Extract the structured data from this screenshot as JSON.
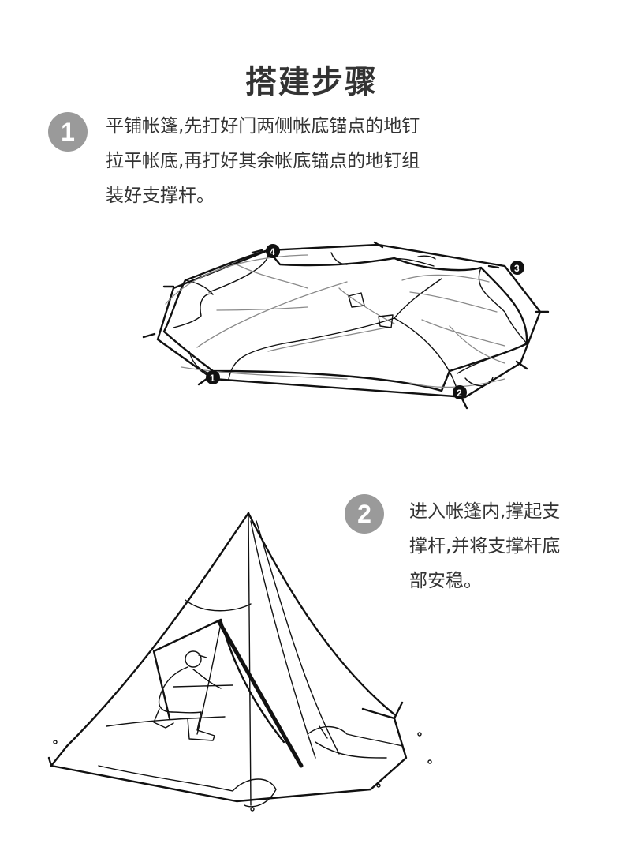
{
  "page": {
    "title": "搭建步骤"
  },
  "steps": [
    {
      "number": "1",
      "lines": [
        "平铺帐篷,先打好门两侧帐底锚点的地钉",
        "拉平帐底,再打好其余帐底锚点的地钉组",
        "装好支撑杆。"
      ],
      "illustration": {
        "description": "flat-laid-tent-floor-with-anchor-points",
        "markers": [
          "1",
          "2",
          "3",
          "4"
        ]
      }
    },
    {
      "number": "2",
      "lines": [
        "进入帐篷内,撑起支",
        "撑杆,并将支撑杆底",
        "部安稳。"
      ],
      "illustration": {
        "description": "person-inside-tent-raising-center-pole"
      }
    }
  ],
  "colors": {
    "badge": "#9a9a9a",
    "text": "#333333",
    "line": "#111111",
    "fabric_crease": "#8a8a8a"
  }
}
